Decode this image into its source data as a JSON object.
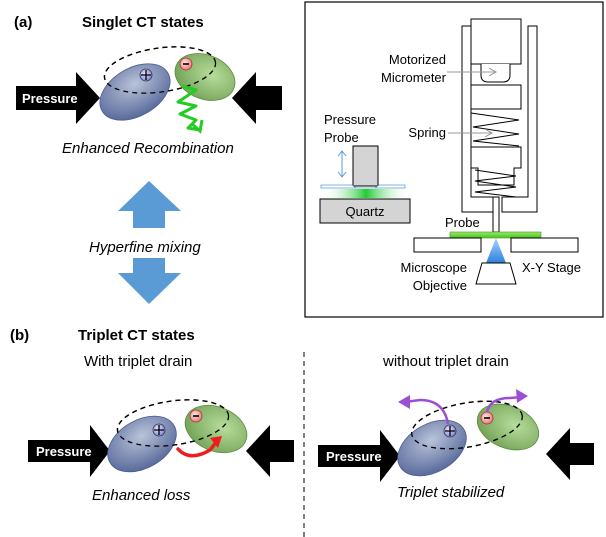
{
  "panel_a": {
    "label": "(a)",
    "title": "Singlet CT states",
    "pressure_label": "Pressure",
    "caption": "Enhanced Recombination",
    "mixing_label": "Hyperfine mixing"
  },
  "apparatus": {
    "motorized_micrometer_line1": "Motorized",
    "motorized_micrometer_line2": "Micrometer",
    "spring": "Spring",
    "pressure_probe_line1": "Pressure",
    "pressure_probe_line2": "Probe",
    "quartz": "Quartz",
    "probe": "Probe",
    "microscope_line1": "Microscope",
    "microscope_line2": "Objective",
    "stage": "X-Y Stage"
  },
  "panel_b": {
    "label": "(b)",
    "title": "Triplet CT states",
    "left": {
      "subtitle": "With triplet drain",
      "pressure_label": "Pressure",
      "caption": "Enhanced loss"
    },
    "right": {
      "subtitle": "without triplet drain",
      "pressure_label": "Pressure",
      "caption": "Triplet stabilized"
    }
  },
  "colors": {
    "donor": "#6f7fa8",
    "acceptor": "#8fbf6f",
    "emission": "#22cc22",
    "loss_arrow": "#ee1c1c",
    "escape_arrow": "#9b4fd6",
    "mixing_arrow": "#5b9bd5"
  }
}
